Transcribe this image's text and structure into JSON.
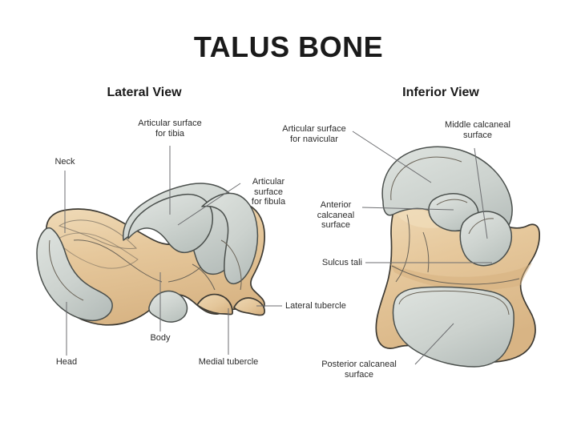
{
  "figure": {
    "title": "TALUS BONE",
    "background_color": "#ffffff",
    "bone_color": "#e6c89c",
    "bone_shadow_color": "#d9b684",
    "bone_highlight_color": "#f2e0c2",
    "cartilage_color": "#ced4d0",
    "cartilage_shade_color": "#b9c1bd",
    "outline_color": "#3d3a33",
    "leader_color": "#6d6e71",
    "text_color": "#2b2b2b"
  },
  "views": [
    {
      "id": "lateral",
      "label": "Lateral View"
    },
    {
      "id": "inferior",
      "label": "Inferior View"
    }
  ],
  "labels": {
    "lateral": {
      "articular_surface_tibia": "Articular surface\nfor tibia",
      "articular_surface_fibula": "Articular\nsurface\nfor fibula",
      "neck": "Neck",
      "head": "Head",
      "body": "Body",
      "medial_tubercle": "Medial tubercle",
      "lateral_tubercle": "Lateral tubercle"
    },
    "inferior": {
      "articular_surface_navicular": "Articular surface\nfor navicular",
      "middle_calcaneal_surface": "Middle calcaneal\nsurface",
      "anterior_calcaneal_surface": "Anterior\ncalcaneal\nsurface",
      "sulcus_tali": "Sulcus tali",
      "posterior_calcaneal_surface": "Posterior calcaneal\nsurface"
    }
  }
}
